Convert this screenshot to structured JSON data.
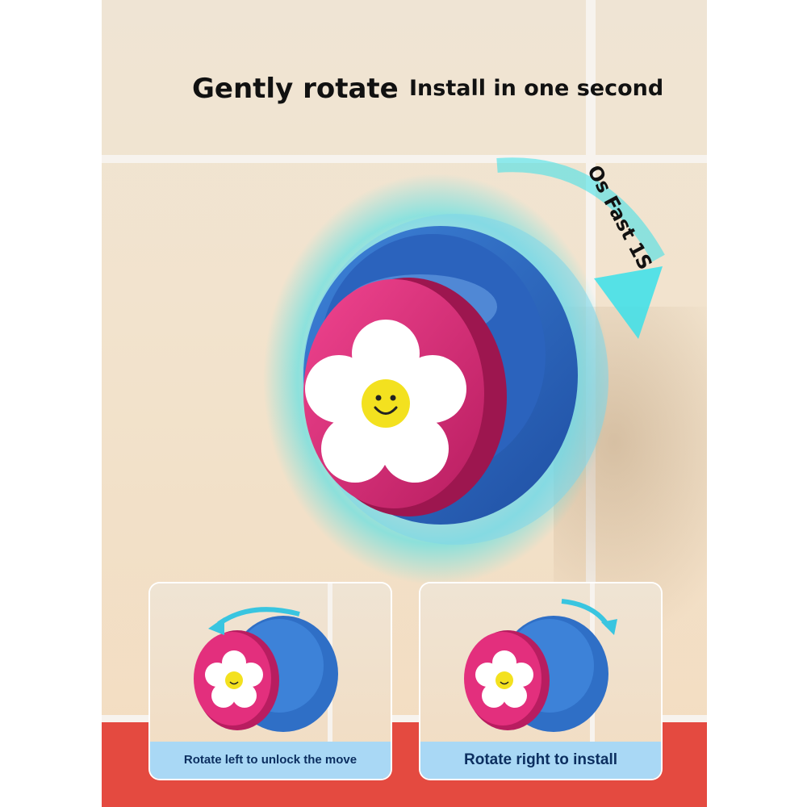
{
  "headline": {
    "left": "Gently rotate",
    "right": "Install in one second"
  },
  "speed_label": "Os Fast 1S",
  "panels": [
    {
      "caption": "Rotate left to unlock the move",
      "arrow_direction": "left"
    },
    {
      "caption": "Rotate right to install",
      "arrow_direction": "right"
    }
  ],
  "colors": {
    "knob_pink": "#e32f7d",
    "base_blue": "#2f6fc6",
    "motion_cyan": "#39e0ea",
    "flower_white": "#ffffff",
    "face_yellow": "#f3e11f",
    "caption_bg": "#a9d8f5",
    "red_tile": "#e44a40"
  }
}
